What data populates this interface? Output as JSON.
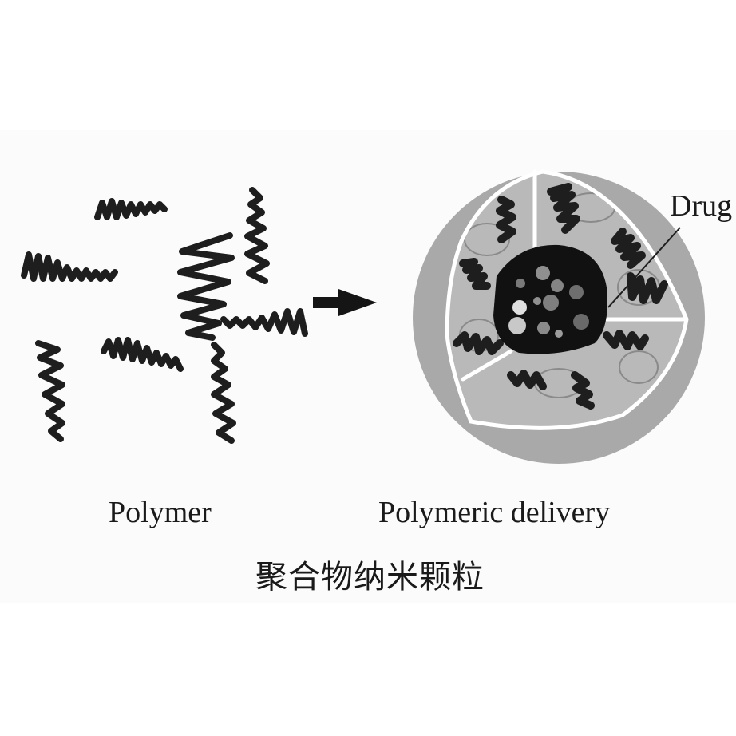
{
  "figure": {
    "left_label": "Polymer",
    "right_label": "Polymeric delivery",
    "callout_label": "Drug",
    "caption": "聚合物纳米颗粒"
  },
  "colors": {
    "background": "#ffffff",
    "panel": "#fbfbfb",
    "chain": "#1e1e1e",
    "shell": "#a9a9a9",
    "cutaway": "#b9b9b9",
    "core": "#111111",
    "divider": "#ffffff"
  },
  "icons": {
    "arrow": "right-arrow",
    "chains": "polymer-chain",
    "particle": "nanoparticle-sphere"
  }
}
